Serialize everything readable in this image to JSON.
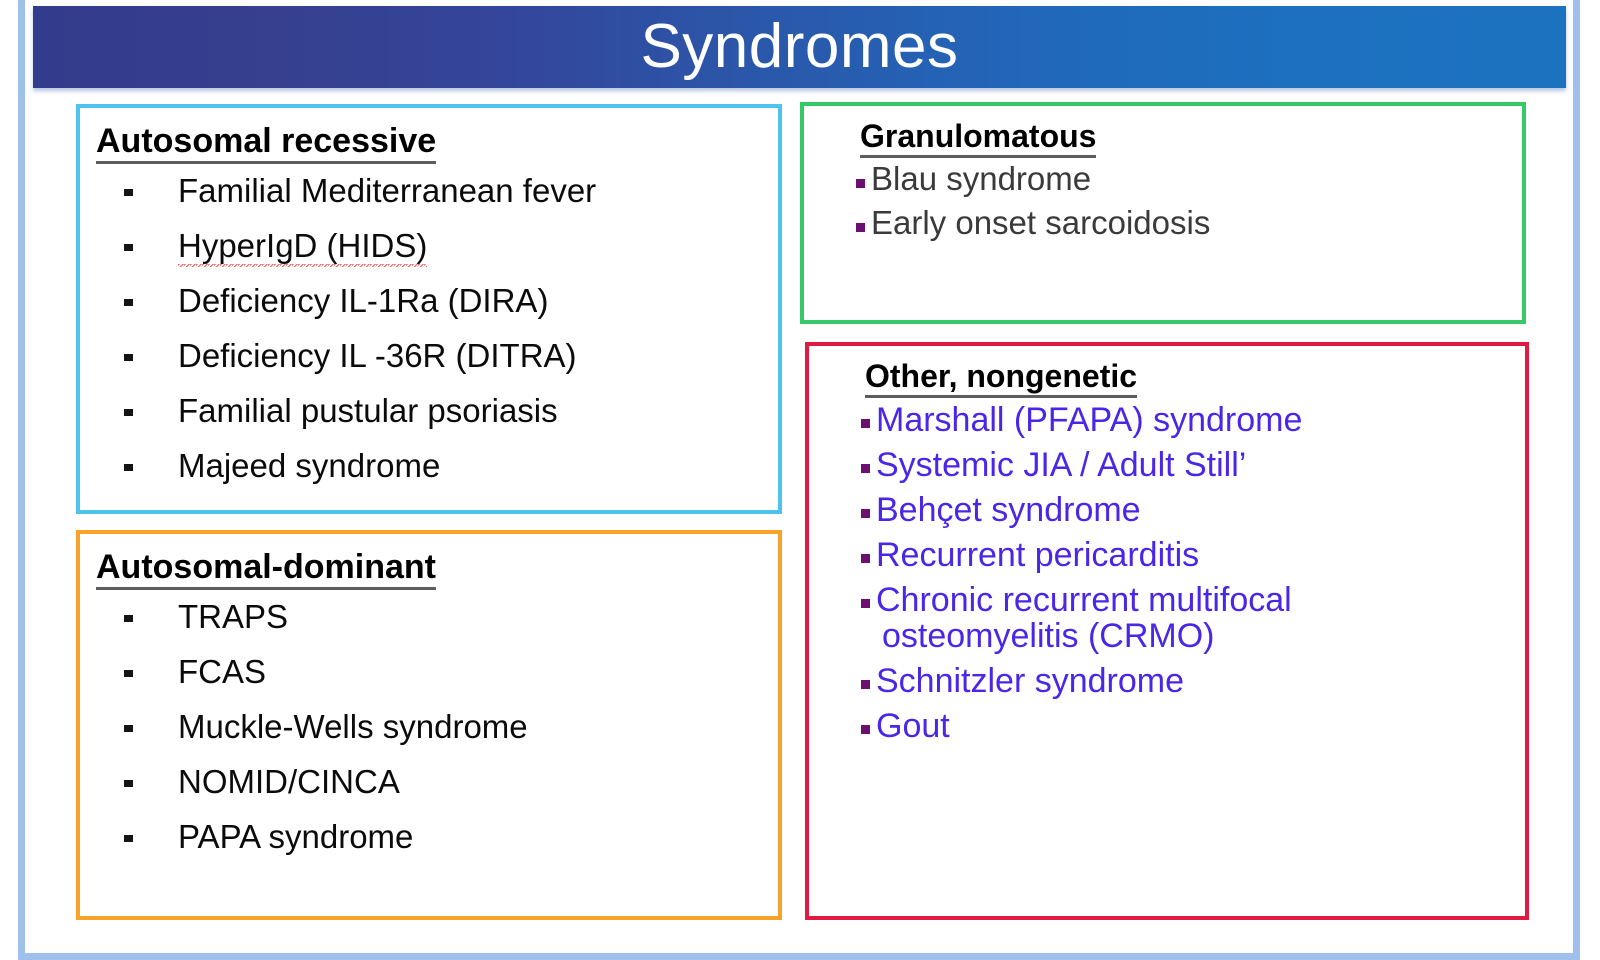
{
  "slide": {
    "title": "Syndromes",
    "frame_color": "#9fc0ea",
    "banner_gradient_start": "#333b8c",
    "banner_gradient_end": "#1d72c0",
    "banner_text_color": "#ffffff"
  },
  "boxes": {
    "autosomal_recessive": {
      "heading": "Autosomal recessive",
      "border_color": "#4ec3f0",
      "bullet_style": "dash",
      "items": [
        "Familial Mediterranean fever",
        "HyperIgD (HIDS)",
        "Deficiency IL-1Ra (DIRA)",
        "Deficiency IL -36R (DITRA)",
        "Familial pustular psoriasis",
        "Majeed syndrome"
      ]
    },
    "autosomal_dominant": {
      "heading": "Autosomal-dominant",
      "border_color": "#f8a22a",
      "bullet_style": "dash",
      "items": [
        "TRAPS",
        "FCAS",
        "Muckle-Wells syndrome",
        "NOMID/CINCA",
        "PAPA syndrome"
      ]
    },
    "granulomatous": {
      "heading": "Granulomatous",
      "border_color": "#34ca66",
      "bullet_style": "dot",
      "text_color": "#3a3a3a",
      "items": [
        "Blau syndrome",
        "Early onset sarcoidosis"
      ]
    },
    "other_nongenetic": {
      "heading": "Other, nongenetic",
      "border_color": "#e01b41",
      "bullet_style": "dot",
      "text_color": "#4b25e8",
      "items": [
        "Marshall (PFAPA) syndrome",
        "Systemic JIA / Adult Still’",
        "Behçet syndrome",
        "Recurrent pericarditis",
        "Chronic recurrent multifocal",
        "osteomyelitis (CRMO)",
        "Schnitzler syndrome",
        "Gout"
      ]
    }
  }
}
